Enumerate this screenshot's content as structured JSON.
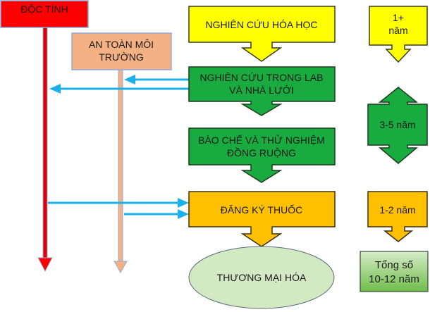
{
  "diagram": {
    "title": "Quy trình phát triển thuốc BVTV",
    "side_boxes": {
      "toxicity": {
        "label": "ĐỘC TÍNH",
        "color": "#ff0000"
      },
      "environment": {
        "lines": [
          "AN TOÀN MÔI",
          "TRƯỜNG"
        ],
        "color": "#f4b183"
      }
    },
    "steps": [
      {
        "id": "chem",
        "lines": [
          "NGHIÊN CỨU HÓA HỌC"
        ],
        "color": "#ffff00"
      },
      {
        "id": "lab",
        "lines": [
          "NGHIÊN CỨU TRONG LAB",
          "VÀ NHÀ LƯỚI"
        ],
        "color": "#1aab40"
      },
      {
        "id": "field",
        "lines": [
          "BÀO CHẾ VÀ THỬ NGHIỆM",
          "ĐỒNG RUỘNG"
        ],
        "color": "#1aab40"
      },
      {
        "id": "reg",
        "lines": [
          "ĐĂNG KÝ THUỐC"
        ],
        "color": "#ffc000"
      },
      {
        "id": "comm",
        "lines": [
          "THƯƠNG MẠI HÓA"
        ],
        "color": "#d3e9c3"
      }
    ],
    "durations": [
      {
        "id": "d1",
        "lines": [
          "1+",
          "năm"
        ],
        "color": "#ffff00"
      },
      {
        "id": "d2",
        "lines": [
          "3-5 năm"
        ],
        "color": "#1aab40"
      },
      {
        "id": "d3",
        "lines": [
          "1-2 năm"
        ],
        "color": "#ffc000"
      },
      {
        "id": "total",
        "lines": [
          "Tổng số",
          "10-12 năm"
        ],
        "color": "#8fcf6a"
      }
    ],
    "connector_color": "#1ab0ea"
  }
}
